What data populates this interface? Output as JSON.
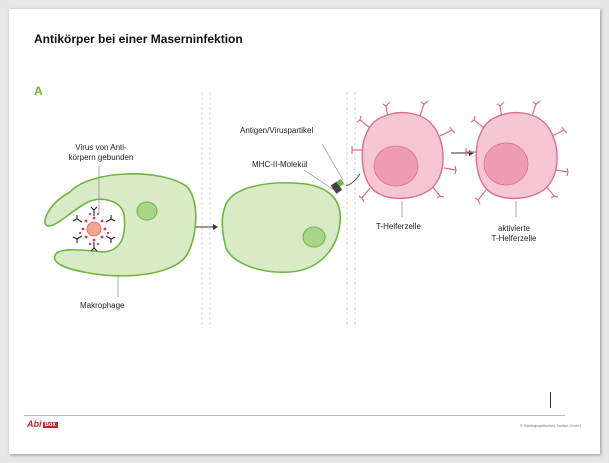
{
  "slide": {
    "title": "Antikörper bei einer Maserninfektion",
    "panel_label": "A"
  },
  "labels": {
    "virus_line1": "Virus von Anti-",
    "virus_line2": "körpern gebunden",
    "macrophage": "Makrophage",
    "antigen": "Antigen/Viruspartikel",
    "mhc": "MHC-II-Molekül",
    "t_helper": "T-Helferzelle",
    "activated_line1": "aktivierte",
    "activated_line2": "T-Helferzelle"
  },
  "footer": {
    "logo_text": "Abi",
    "logo_box": "Box",
    "copyright": "© Bibliographisches Institut GmbH"
  },
  "colors": {
    "macrophage_fill": "#d9ebc6",
    "macrophage_stroke": "#6fb43f",
    "nucleus_green": "#a8d58a",
    "tcell_fill": "#f6c7d3",
    "tcell_stroke": "#d9708d",
    "tcell_nucleus": "#ee9bb3",
    "title_accent": "#76b82a",
    "logo_red": "#c1272d"
  }
}
